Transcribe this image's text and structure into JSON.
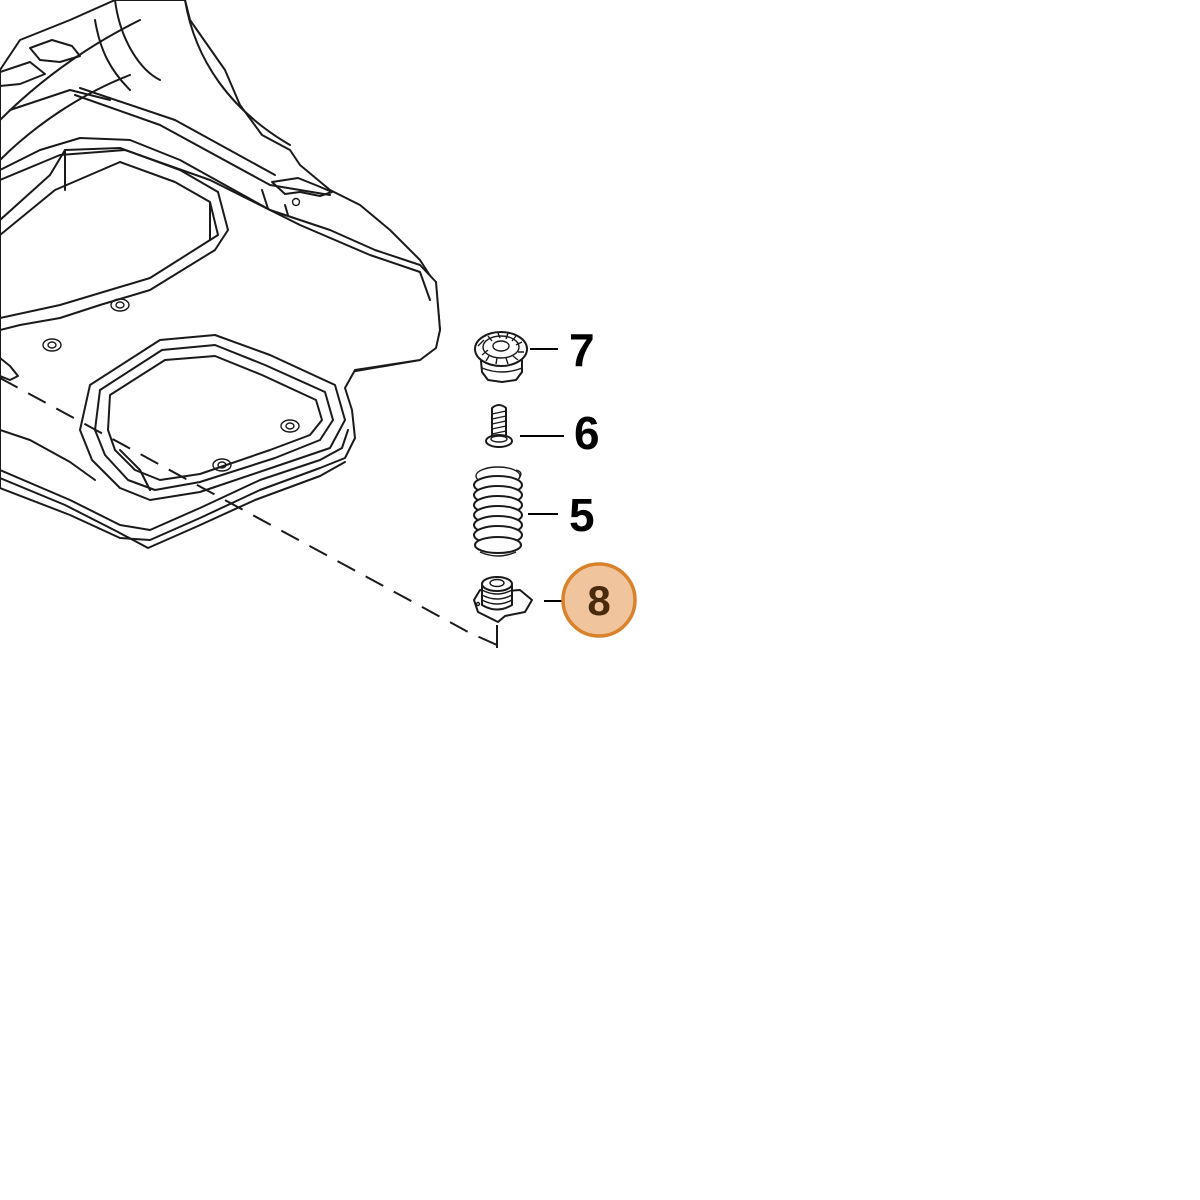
{
  "callouts": [
    {
      "id": "7",
      "label": "7"
    },
    {
      "id": "6",
      "label": "6"
    },
    {
      "id": "5",
      "label": "5"
    },
    {
      "id": "8",
      "label": "8",
      "highlighted": true
    }
  ],
  "colors": {
    "highlight_fill": "#f0c59e",
    "highlight_stroke": "#d9822b",
    "highlight_text": "#4a2a0c",
    "line": "#1a1a1a",
    "background": "#ffffff"
  }
}
